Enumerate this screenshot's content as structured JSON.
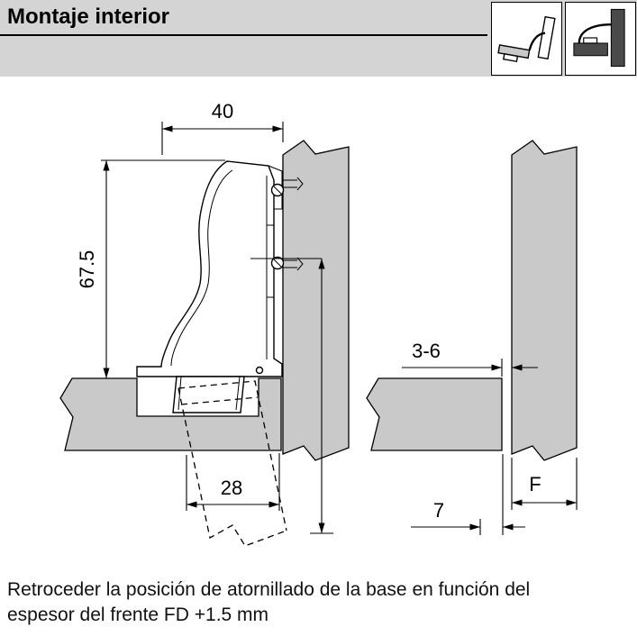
{
  "header": {
    "title": "Montaje interior",
    "icons": [
      {
        "name": "inset-hinge-profile-icon"
      },
      {
        "name": "inset-application-icon"
      }
    ]
  },
  "dimensions": {
    "width": "40",
    "height": "67.5",
    "drilling": "28",
    "gap": "3-6",
    "front_thickness": "F",
    "setback": "7"
  },
  "footer": {
    "line1": "Retroceder la posición de atornillado de la base en función del",
    "line2": "espesor del frente FD +1.5 mm"
  }
}
